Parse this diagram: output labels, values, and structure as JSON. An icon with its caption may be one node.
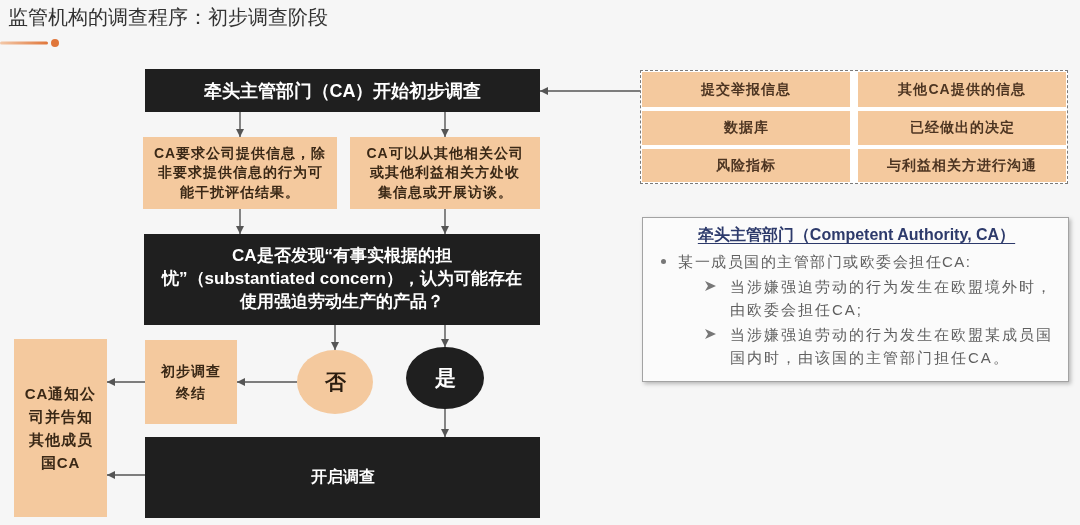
{
  "diagram": {
    "title": "监管机构的调查程序：初步调查阶段",
    "nodes": [
      {
        "text": [
          "牵头主管部门（CA）开始初步调查"
        ]
      },
      {
        "text": [],
        "shape": "box"
      },
      {
        "text": [
          "提交举报信息"
        ],
        "in": 1
      },
      {
        "text": [
          "其他CA提供的信息"
        ],
        "in": 1
      },
      {
        "text": [
          "数据库"
        ],
        "in": 1
      },
      {
        "text": [
          "已经做出的决定"
        ],
        "in": 1
      },
      {
        "text": [
          "风险指标"
        ],
        "in": 1
      },
      {
        "text": [
          "与利益相关方进行沟通"
        ],
        "in": 1
      },
      {
        "text": [
          "CA要求公司提供信息，除非要求提供信息的行为可能干扰评估结果。"
        ]
      },
      {
        "text": [
          "CA可以从其他相关公司或其他利益相关方处收集信息或开展访谈。"
        ]
      },
      {
        "text": [
          "CA是否发现“有事实根据的担忧”（substantiated concern），认为可能存在使用强迫劳动生产的产品？"
        ]
      },
      {
        "text": [
          "否"
        ]
      },
      {
        "text": [
          "是"
        ]
      },
      {
        "text": [
          "初步调查终结"
        ]
      },
      {
        "text": [
          "CA通知公司并告知其他成员国CA"
        ]
      },
      {
        "text": [
          "开启调查"
        ]
      },
      {
        "text": [
          "牵头主管部门（Competent Authority, CA）",
          "某一成员国的主管部门或欧委会担任CA:",
          "当涉嫌强迫劳动的行为发生在欧盟境外时，由欧委会担任CA;",
          "当涉嫌强迫劳动的行为发生在欧盟某成员国国内时，由该国的主管部门担任CA。"
        ]
      }
    ],
    "edges": [
      {
        "from": 1,
        "to": 0,
        "arrow": "to"
      },
      {
        "from": 0,
        "to": 8,
        "arrow": "to"
      },
      {
        "from": 0,
        "to": 9,
        "arrow": "to"
      },
      {
        "from": 8,
        "to": 10,
        "arrow": "to"
      },
      {
        "from": 9,
        "to": 10,
        "arrow": "to"
      },
      {
        "from": 10,
        "to": 11,
        "arrow": "to"
      },
      {
        "from": 10,
        "to": 12,
        "arrow": "to"
      },
      {
        "from": 11,
        "to": 13,
        "arrow": "to"
      },
      {
        "from": 13,
        "to": 14,
        "arrow": "to"
      },
      {
        "from": 12,
        "to": 15,
        "arrow": "to"
      },
      {
        "from": 15,
        "to": 14,
        "arrow": "to"
      }
    ]
  }
}
